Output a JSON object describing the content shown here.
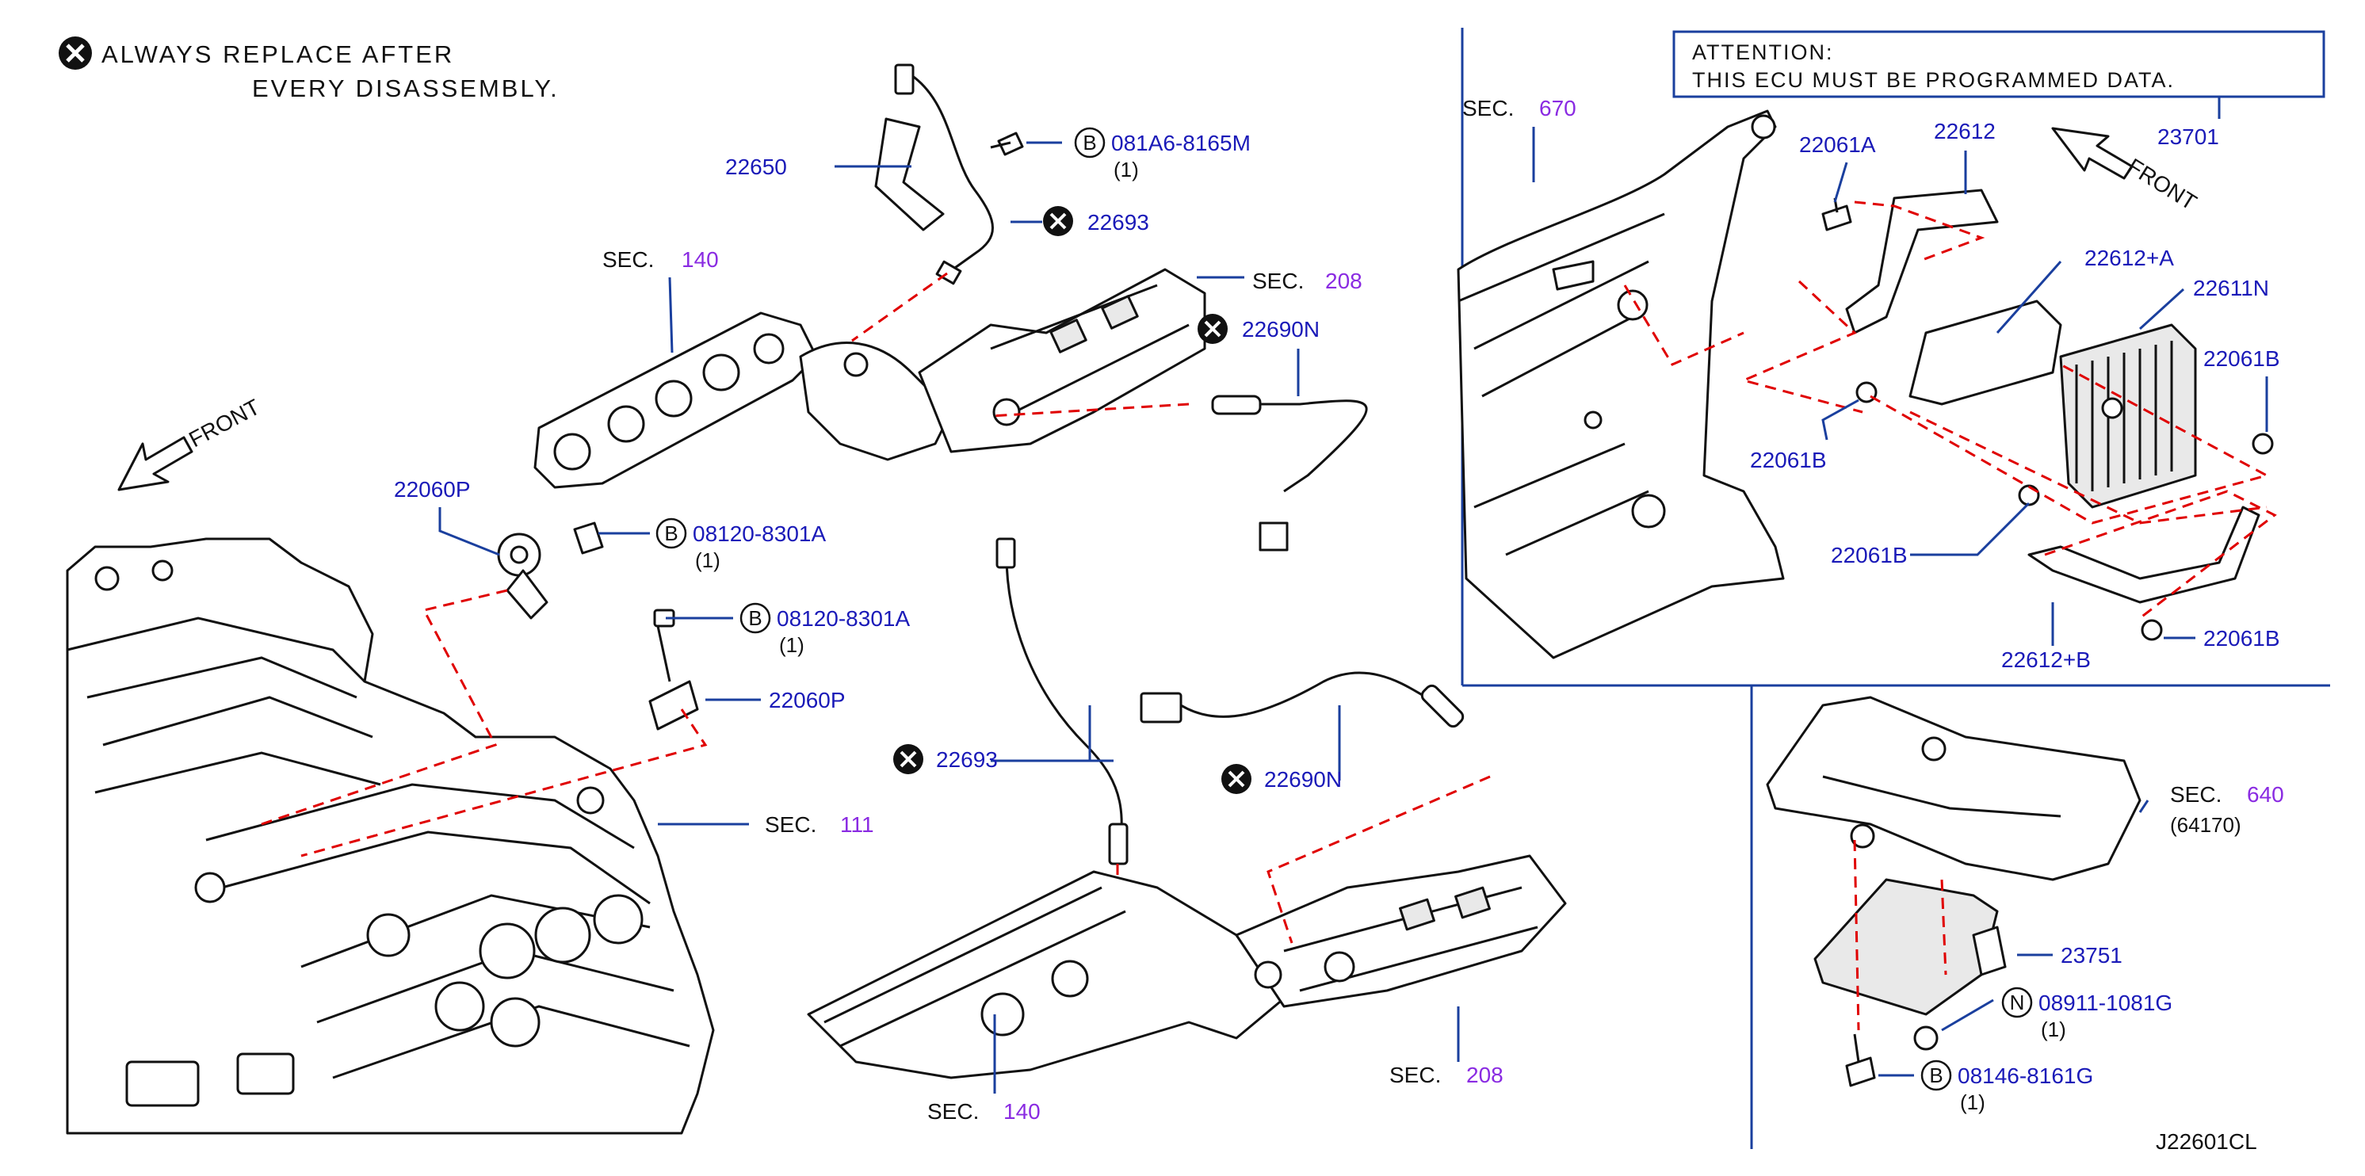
{
  "notes": {
    "replace_line1": "ALWAYS  REPLACE  AFTER",
    "replace_line2": "EVERY  DISASSEMBLY.",
    "attention_title": "ATTENTION:",
    "attention_text": "THIS  ECU  MUST  BE  PROGRAMMED  DATA."
  },
  "front_labels": [
    "FRONT",
    "FRONT"
  ],
  "diagram_code": "J22601CL",
  "sections": [
    {
      "prefix": "SEC.",
      "number": "140"
    },
    {
      "prefix": "SEC.",
      "number": "208"
    },
    {
      "prefix": "SEC.",
      "number": "111"
    },
    {
      "prefix": "SEC.",
      "number": "140"
    },
    {
      "prefix": "SEC.",
      "number": "208"
    },
    {
      "prefix": "SEC.",
      "number": "670"
    },
    {
      "prefix": "SEC.",
      "number": "640",
      "sub": "(64170)"
    }
  ],
  "parts": [
    {
      "num": "22650"
    },
    {
      "num": "081A6-8165M",
      "badge": "B",
      "qty": "(1)"
    },
    {
      "num": "22693",
      "replace": true
    },
    {
      "num": "22690N",
      "replace": true
    },
    {
      "num": "22060P"
    },
    {
      "num": "08120-8301A",
      "badge": "B",
      "qty": "(1)"
    },
    {
      "num": "08120-8301A",
      "badge": "B",
      "qty": "(1)"
    },
    {
      "num": "22060P"
    },
    {
      "num": "22693",
      "replace": true
    },
    {
      "num": "22690N",
      "replace": true
    },
    {
      "num": "23701"
    },
    {
      "num": "22061A"
    },
    {
      "num": "22612"
    },
    {
      "num": "22612+A"
    },
    {
      "num": "22611N"
    },
    {
      "num": "22061B"
    },
    {
      "num": "22061B"
    },
    {
      "num": "22061B"
    },
    {
      "num": "22061B"
    },
    {
      "num": "22612+B"
    },
    {
      "num": "23751"
    },
    {
      "num": "08911-1081G",
      "badge": "N",
      "qty": "(1)"
    },
    {
      "num": "08146-8161G",
      "badge": "B",
      "qty": "(1)"
    }
  ],
  "colors": {
    "label": "#1a1ab8",
    "section_number": "#8a2be2",
    "leader": "#1a3f9e",
    "dashed_guide": "#e00000",
    "line_art": "#111111"
  }
}
